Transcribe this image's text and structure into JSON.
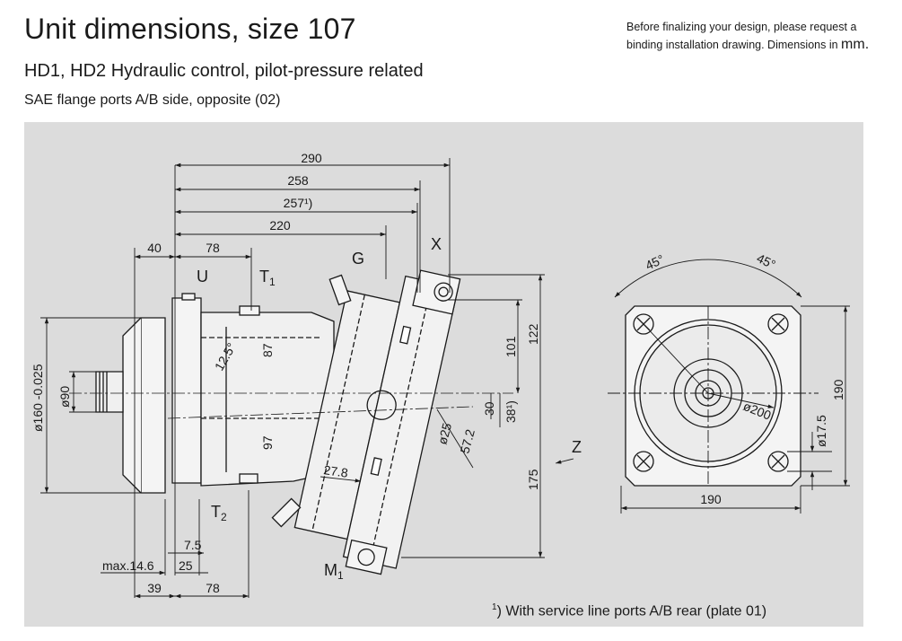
{
  "header": {
    "title": "Unit dimensions, size 107",
    "subtitle": "HD1, HD2 Hydraulic control, pilot-pressure related",
    "subtitle2": "SAE flange ports A/B side, opposite (02)",
    "note_text": "Before finalizing your design, please request a binding installation drawing. Dimensions in",
    "note_unit": "mm."
  },
  "dims": {
    "d290": "290",
    "d258": "258",
    "d257": "257¹)",
    "d220": "220",
    "d40": "40",
    "d78top": "78",
    "d39": "39",
    "d78bot": "78",
    "d7_5": "7.5",
    "d25": "25",
    "max14_6": "max.14.6",
    "d87": "87",
    "d97": "97",
    "d12_5": "12.5°",
    "d101": "101",
    "d122": "122",
    "d30": "30",
    "d38": "38¹)",
    "d175": "175",
    "d25dia": "ø25",
    "d57_2": "57.2",
    "d27_8": "27.8",
    "dia160": "ø160 -0.025",
    "dia90": "ø90",
    "ang45a": "45°",
    "ang45b": "45°",
    "dia200": "ø200",
    "dia17_5": "ø17.5",
    "d190h": "190",
    "d190v": "190"
  },
  "labels": {
    "U": "U",
    "T1": "T",
    "T1sub": "1",
    "G": "G",
    "X": "X",
    "T2": "T",
    "T2sub": "2",
    "M1": "M",
    "M1sub": "1",
    "Z": "Z"
  },
  "footnote": {
    "sup": "1",
    "text": ") With service line ports A/B rear (plate 01)"
  }
}
